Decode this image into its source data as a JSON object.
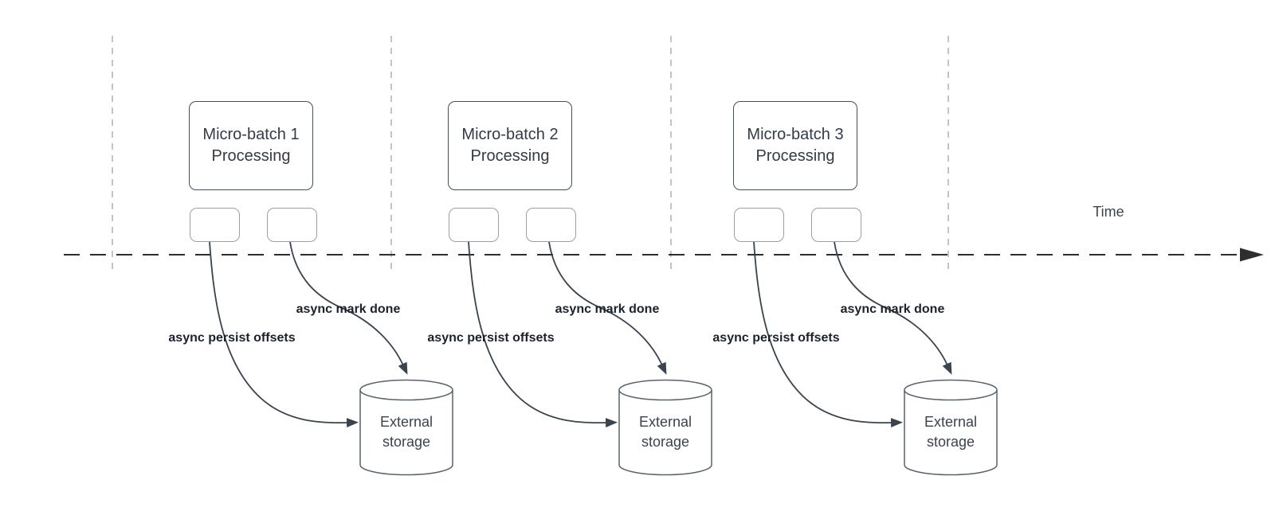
{
  "diagram": {
    "axis": {
      "label": "Time"
    },
    "groups": [
      {
        "title_line1": "Micro-batch 1",
        "title_line2": "Processing",
        "persist_label": "async persist offsets",
        "done_label": "async mark done",
        "storage_line1": "External",
        "storage_line2": "storage"
      },
      {
        "title_line1": "Micro-batch 2",
        "title_line2": "Processing",
        "persist_label": "async persist offsets",
        "done_label": "async mark done",
        "storage_line1": "External",
        "storage_line2": "storage"
      },
      {
        "title_line1": "Micro-batch 3",
        "title_line2": "Processing",
        "persist_label": "async persist offsets",
        "done_label": "async mark done",
        "storage_line1": "External",
        "storage_line2": "storage"
      }
    ],
    "colors": {
      "curve_stroke": "#3a434e",
      "node_border": "#454e59",
      "task_node_border": "#9aa0a6",
      "cylinder_border": "#59616d",
      "guide_line": "#ababab",
      "timeline": "#2e2e2e",
      "text_dark": "#333b47",
      "label_bold": "#1c222b"
    }
  }
}
